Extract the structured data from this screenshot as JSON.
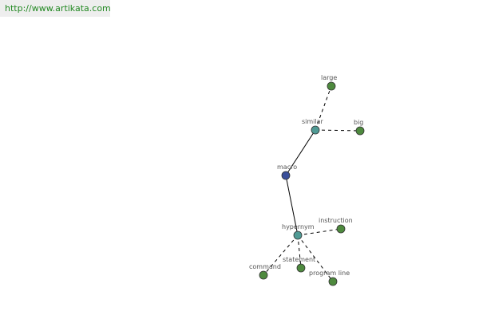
{
  "site": {
    "url": "http://www.artikata.com"
  },
  "colors": {
    "center_node": "#3a4f9a",
    "mid_node": "#4f9a94",
    "leaf_node": "#4e8a3e",
    "url_text": "#228822",
    "url_background": "#eeeeee"
  },
  "graph": {
    "nodes": [
      {
        "id": "macro",
        "label": "macro",
        "kind": "center"
      },
      {
        "id": "similar",
        "label": "similar",
        "kind": "mid"
      },
      {
        "id": "hypernym",
        "label": "hypernym",
        "kind": "mid"
      },
      {
        "id": "large",
        "label": "large",
        "kind": "leaf"
      },
      {
        "id": "big",
        "label": "big",
        "kind": "leaf"
      },
      {
        "id": "instruction",
        "label": "instruction",
        "kind": "leaf"
      },
      {
        "id": "statement",
        "label": "statement",
        "kind": "leaf"
      },
      {
        "id": "command",
        "label": "command",
        "kind": "leaf"
      },
      {
        "id": "program_line",
        "label": "program line",
        "kind": "leaf"
      }
    ],
    "edges": [
      {
        "from": "macro",
        "to": "similar",
        "style": "solid"
      },
      {
        "from": "macro",
        "to": "hypernym",
        "style": "solid"
      },
      {
        "from": "similar",
        "to": "large",
        "style": "dashed"
      },
      {
        "from": "similar",
        "to": "big",
        "style": "dashed"
      },
      {
        "from": "hypernym",
        "to": "instruction",
        "style": "dashed"
      },
      {
        "from": "hypernym",
        "to": "statement",
        "style": "dashed"
      },
      {
        "from": "hypernym",
        "to": "command",
        "style": "dashed"
      },
      {
        "from": "hypernym",
        "to": "program_line",
        "style": "dashed"
      }
    ]
  }
}
